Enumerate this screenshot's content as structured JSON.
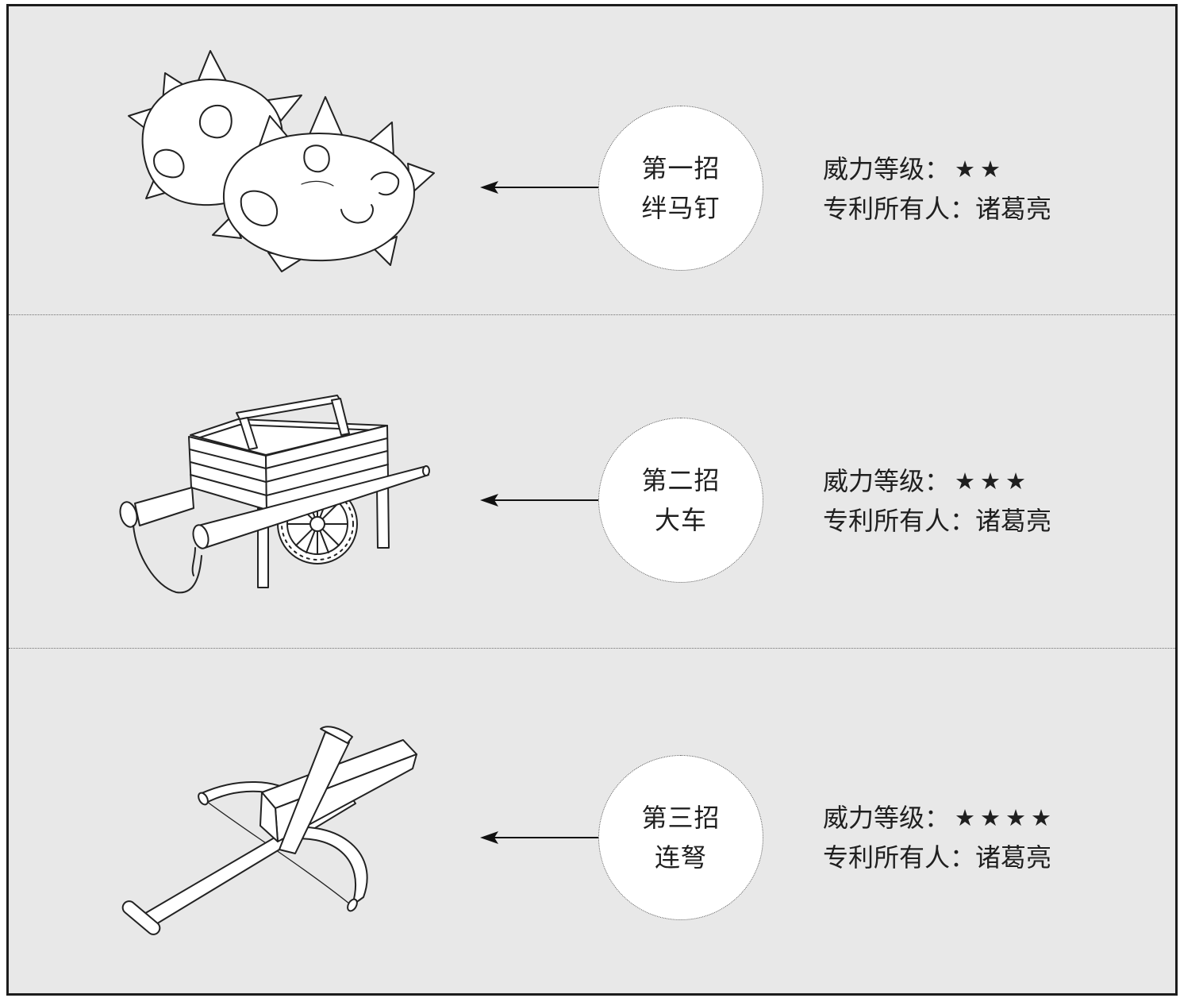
{
  "colors": {
    "background": "#e8e8e8",
    "border": "#1c1c1c",
    "text": "#1f1f1f",
    "circle_fill": "#ffffff"
  },
  "sections": [
    {
      "icon": "caltrops",
      "move": "第一招",
      "weapon": "绊马钉",
      "power_label": "威力等级：",
      "power_stars": "★★",
      "power_level": 2,
      "owner_label": "专利所有人：",
      "owner": "诸葛亮"
    },
    {
      "icon": "cart",
      "move": "第二招",
      "weapon": "大车",
      "power_label": "威力等级：",
      "power_stars": "★★★",
      "power_level": 3,
      "owner_label": "专利所有人：",
      "owner": "诸葛亮"
    },
    {
      "icon": "crossbow",
      "move": "第三招",
      "weapon": "连弩",
      "power_label": "威力等级：",
      "power_stars": "★★★★",
      "power_level": 4,
      "owner_label": "专利所有人：",
      "owner": "诸葛亮"
    }
  ]
}
